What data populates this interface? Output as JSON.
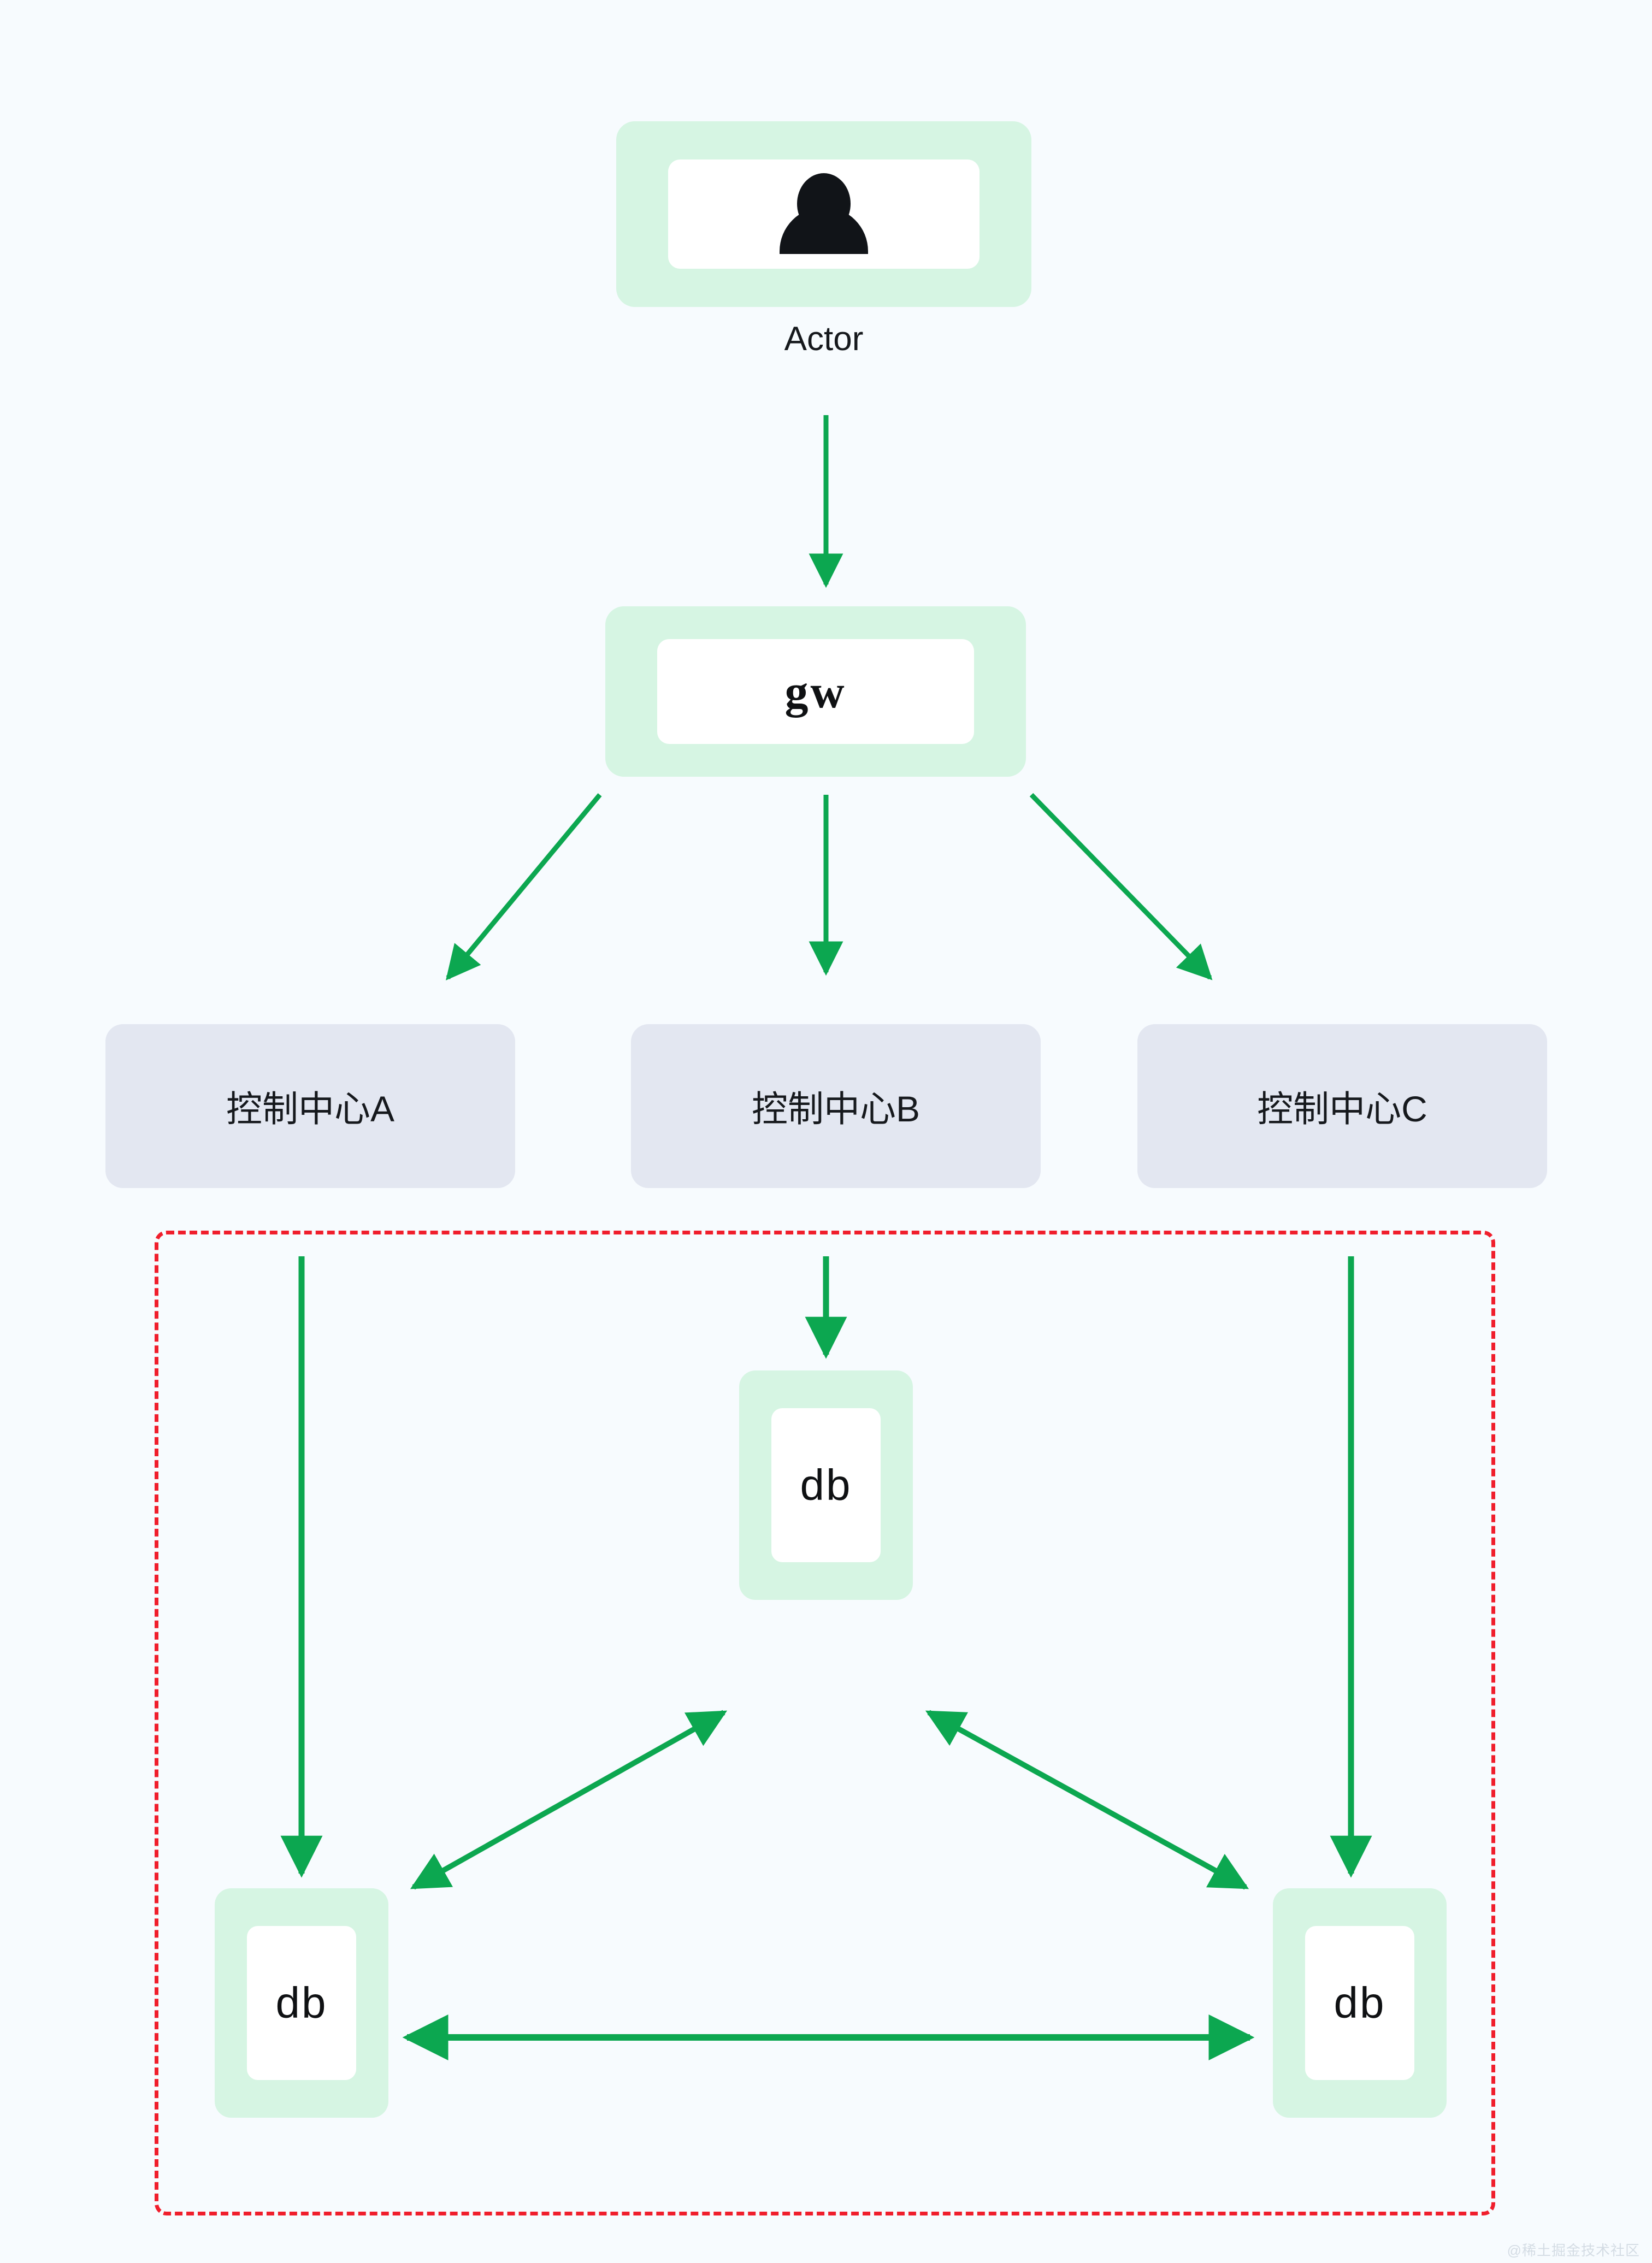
{
  "diagram": {
    "title": "gw to control centers to db replication topology",
    "background_color": "#f7fbfe",
    "accent_green": "#0ca750",
    "node_green_fill": "#d6f5e3",
    "control_center_fill": "#e3e7f1",
    "cluster_border_color": "#f01e2c",
    "text_color": "#16191d"
  },
  "actor": {
    "label": "Actor",
    "icon": "person-icon"
  },
  "gateway": {
    "label": "gw"
  },
  "control_centers": [
    {
      "label": "控制中心A"
    },
    {
      "label": "控制中心B"
    },
    {
      "label": "控制中心C"
    }
  ],
  "cluster": {
    "border_style": "dashed",
    "border_color": "#f01e2c"
  },
  "databases": [
    {
      "id": "db-mid",
      "label": "db"
    },
    {
      "id": "db-left",
      "label": "db"
    },
    {
      "id": "db-right",
      "label": "db"
    }
  ],
  "edges": [
    {
      "from": "Actor",
      "to": "gw",
      "direction": "one-way"
    },
    {
      "from": "gw",
      "to": "控制中心A",
      "direction": "one-way"
    },
    {
      "from": "gw",
      "to": "控制中心B",
      "direction": "one-way"
    },
    {
      "from": "gw",
      "to": "控制中心C",
      "direction": "one-way"
    },
    {
      "from": "控制中心A",
      "to": "db-left",
      "direction": "one-way"
    },
    {
      "from": "控制中心B",
      "to": "db-mid",
      "direction": "one-way"
    },
    {
      "from": "控制中心C",
      "to": "db-right",
      "direction": "one-way"
    },
    {
      "from": "db-left",
      "to": "db-mid",
      "direction": "two-way"
    },
    {
      "from": "db-mid",
      "to": "db-right",
      "direction": "two-way"
    },
    {
      "from": "db-left",
      "to": "db-right",
      "direction": "two-way"
    }
  ],
  "watermark": {
    "text": "@稀土掘金技术社区"
  }
}
